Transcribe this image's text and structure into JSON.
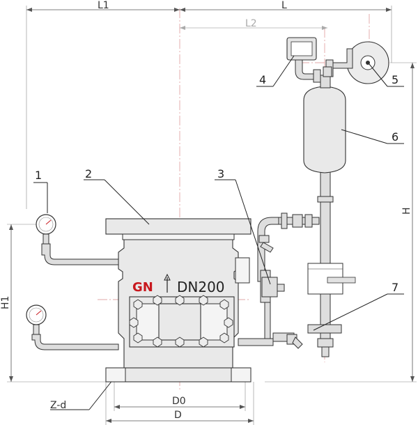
{
  "dimensions": {
    "L1": "L1",
    "L": "L",
    "L2": "L2",
    "H": "H",
    "H1": "H1",
    "D0": "D0",
    "D": "D",
    "Z_d": "Z-d"
  },
  "callouts": [
    "1",
    "2",
    "3",
    "4",
    "5",
    "6",
    "7"
  ],
  "valve": {
    "brand": "GN",
    "size_label": "DN200"
  },
  "colors": {
    "brand": "#c8181e",
    "centerline": "#d98a8a",
    "outline": "#333333"
  }
}
